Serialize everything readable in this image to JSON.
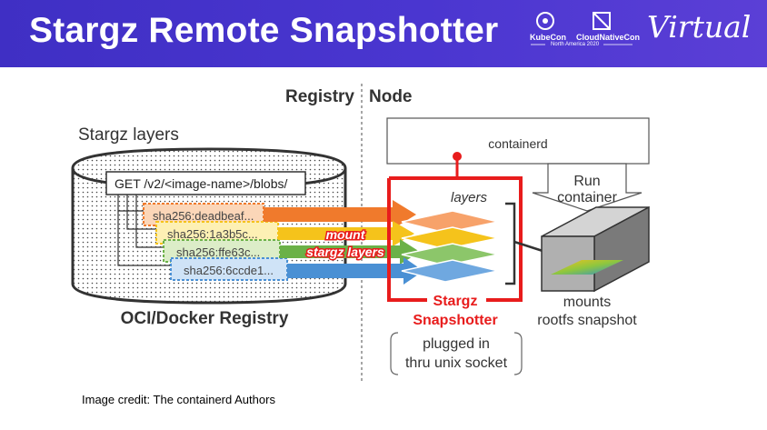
{
  "slide": {
    "title": "Stargz Remote Snapshotter",
    "credit": "Image credit: The containerd Authors"
  },
  "logos": {
    "kubecon": "KubeCon",
    "cloudnativecon": "CloudNativeCon",
    "event": "North America 2020",
    "virtual": "Virtual"
  },
  "diagram": {
    "registry_heading": "Registry",
    "node_heading": "Node",
    "stargz_layers_label": "Stargz layers",
    "get_request": "GET /v2/<image-name>/blobs/",
    "shas": [
      "sha256:deadbeaf...",
      "sha256:1a3b5c...",
      "sha256:ffe63c...",
      "sha256:6ccde1..."
    ],
    "registry_label": "OCI/Docker Registry",
    "mount_label_1": "mount",
    "mount_label_2": "stargz layers",
    "containerd_label": "containerd",
    "run_label_1": "Run",
    "run_label_2": "container",
    "layers_label": "layers",
    "snapshotter_1": "Stargz",
    "snapshotter_2": "Snapshotter",
    "plugged_1": "plugged in",
    "plugged_2": "thru unix socket",
    "mounts_1": "mounts",
    "mounts_2": "rootfs snapshot",
    "colors": {
      "orange": "#f07a2c",
      "yellow": "#f5c31b",
      "green": "#6bb148",
      "blue": "#4a90d4",
      "red": "#e81c1c"
    }
  }
}
